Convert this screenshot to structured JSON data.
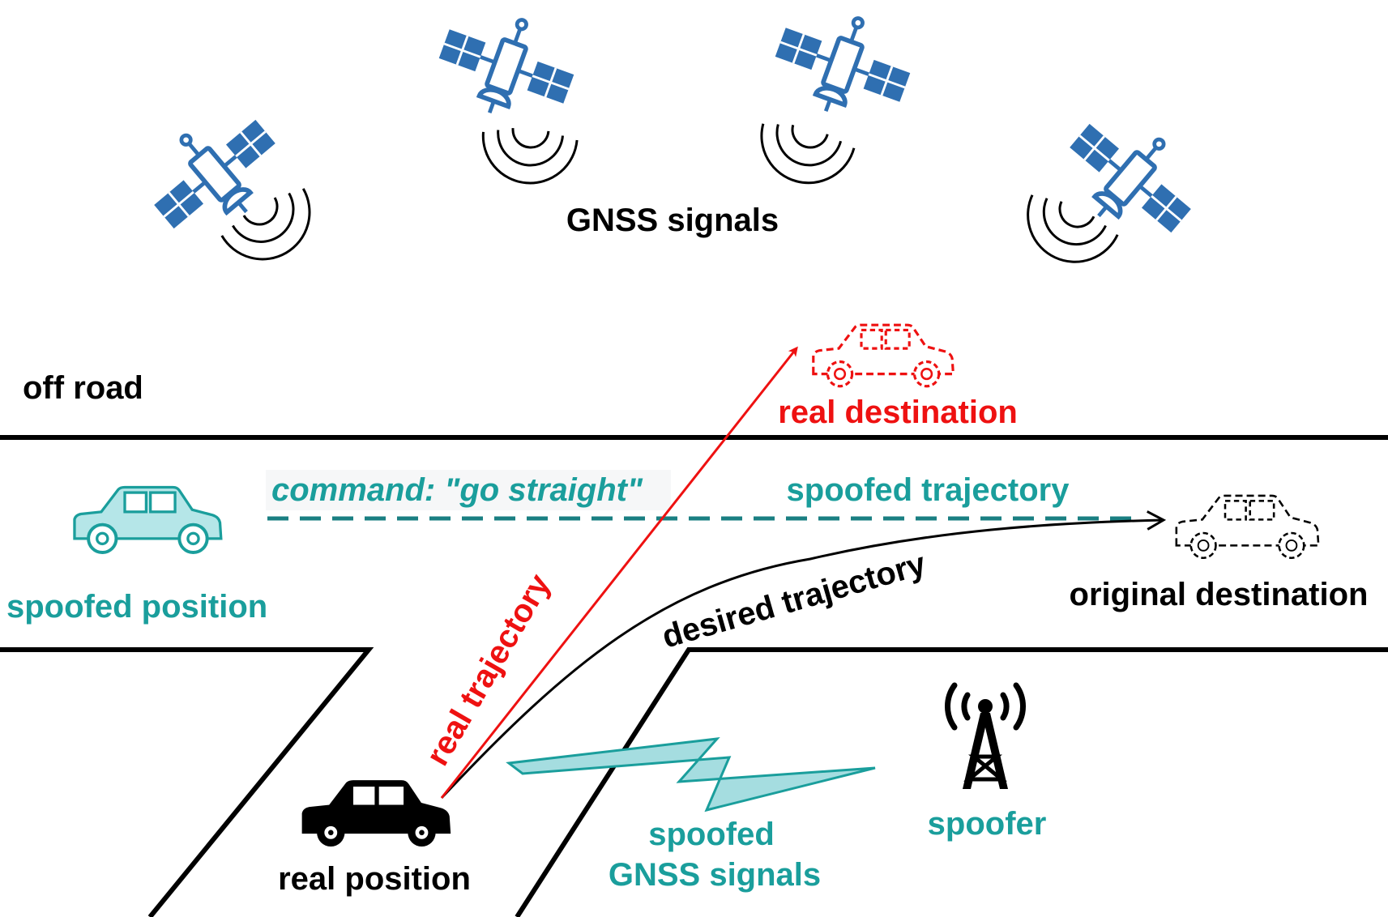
{
  "labels": {
    "gnss_signals": "GNSS signals",
    "off_road": "off road",
    "real_destination": "real destination",
    "command": "command: \"go straight\"",
    "spoofed_trajectory": "spoofed trajectory",
    "spoofed_position": "spoofed position",
    "original_destination": "original destination",
    "desired_trajectory": "desired trajectory",
    "real_trajectory": "real trajectory",
    "real_position": "real position",
    "spoofed_gnss_line1": "spoofed",
    "spoofed_gnss_line2": "GNSS signals",
    "spoofer": "spoofer"
  },
  "colors": {
    "satellite": "#2f6fb1",
    "spoof_teal": "#1a9e9c",
    "real_red": "#ee1111",
    "road": "#000000",
    "spoofed_car_fill": "#b5e6e8"
  },
  "icons": {
    "satellite": "satellite-icon",
    "car": "car-icon",
    "tower": "radio-tower-icon",
    "signal": "lightning-signal-icon"
  }
}
